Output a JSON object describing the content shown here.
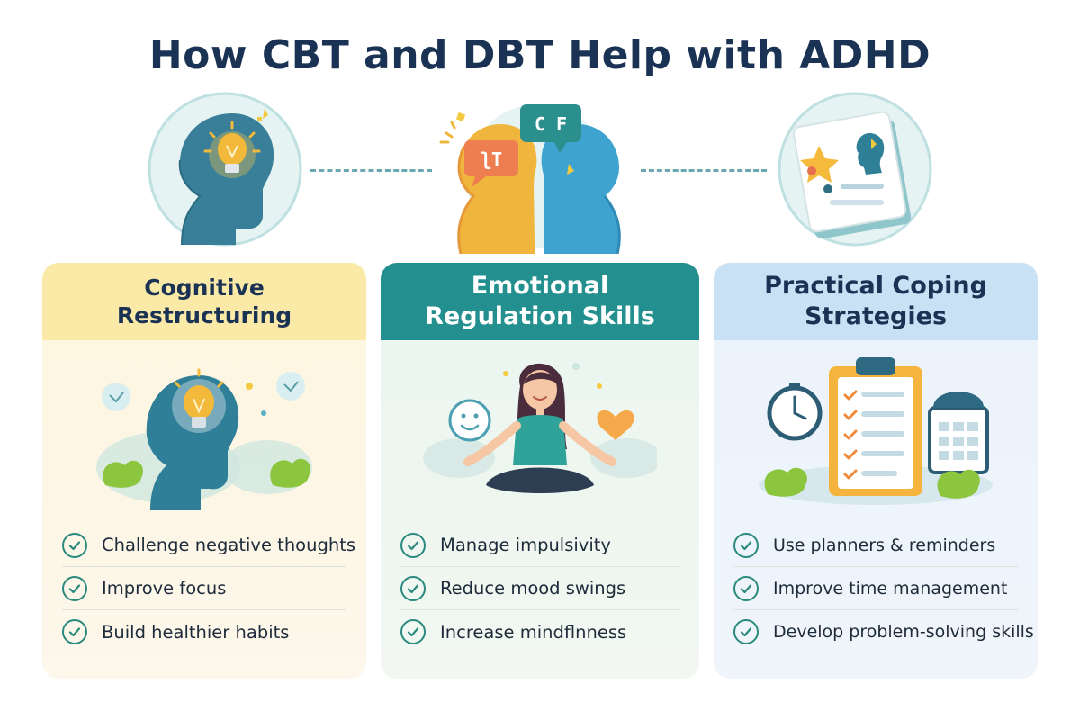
{
  "title": "How CBT and DBT Help with  ADHD",
  "medallions": [
    {
      "icon": "head-lightbulb-icon"
    },
    {
      "icon": "two-heads-speech-icon",
      "bubble_left": "ʅT",
      "bubble_right": "C F"
    },
    {
      "icon": "checklist-profile-icon"
    }
  ],
  "cards": [
    {
      "heading": "Cognitive Restructuring",
      "illustration": "head-lightbulb-icon",
      "items": [
        "Challenge negative thoughts",
        "Improve focus",
        "Build healthier habits"
      ],
      "header_color": "#fbe9a8"
    },
    {
      "heading": "Emotional Regulation Skills",
      "illustration": "meditating-woman-icon",
      "items": [
        "Manage impulsivity",
        "Reduce mood swings",
        "Increase mindflnness"
      ],
      "header_color": "#238f8e"
    },
    {
      "heading": "Practical Coping Strategies",
      "illustration": "clipboard-clock-calendar-icon",
      "items": [
        "Use planners & reminders",
        "Improve time management",
        "Develop problem-solving skills"
      ],
      "header_color": "#c9e1f4"
    }
  ],
  "colors": {
    "title": "#1a3354",
    "check": "#2a8a7e",
    "teal": "#238f8e",
    "yellow": "#fbe9a8",
    "blue": "#c9e1f4"
  }
}
